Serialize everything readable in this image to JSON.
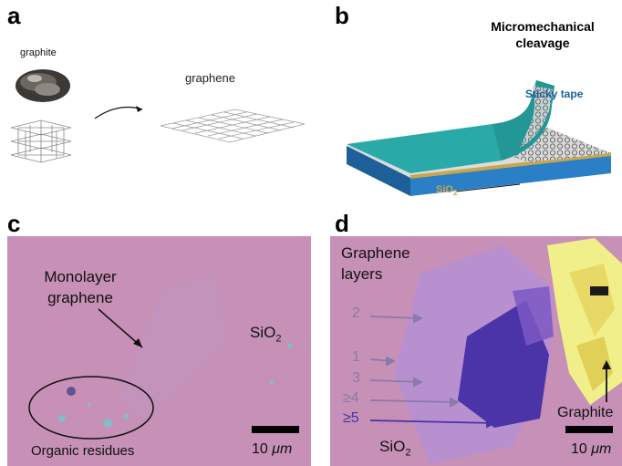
{
  "panels": {
    "a": {
      "letter": "a",
      "graphite_label": "graphite",
      "graphene_label": "graphene"
    },
    "b": {
      "letter": "b",
      "title_line1": "Micromechanical",
      "title_line2": "cleavage",
      "tape_label": "Sticky tape",
      "substrate_label_main": "SiO",
      "substrate_label_sub": "2"
    },
    "c": {
      "letter": "c",
      "monolayer_line1": "Monolayer",
      "monolayer_line2": "graphene",
      "sio2_main": "SiO",
      "sio2_sub": "2",
      "organic_label": "Organic residues",
      "scale_value": "10",
      "scale_unit": "μm"
    },
    "d": {
      "letter": "d",
      "layers_line1": "Graphene",
      "layers_line2": "layers",
      "layer_numbers": [
        "2",
        "1",
        "3",
        "≥4",
        "≥5"
      ],
      "sio2_main": "SiO",
      "sio2_sub": "2",
      "graphite_label": "Graphite",
      "scale_value": "10",
      "scale_unit": "μm"
    }
  },
  "colors": {
    "substrate_pink": "#c690b7",
    "tape_teal": "#2aa9a9",
    "sio2_blue": "#2a7fc7",
    "graphite_yellow": "#f0ef8a",
    "layer_blue": "#4b33a8",
    "arrow_gray": "#8a7aa6"
  }
}
